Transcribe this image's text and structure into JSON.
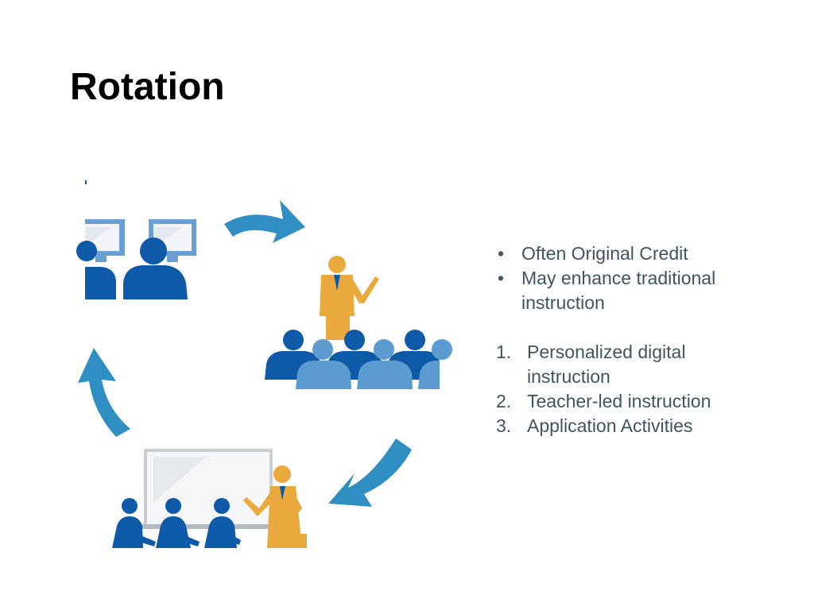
{
  "slide": {
    "title": "Rotation"
  },
  "bullets": [
    {
      "marker": "•",
      "text": "Often Original Credit"
    },
    {
      "marker": "•",
      "text": "May enhance traditional instruction"
    }
  ],
  "steps": [
    {
      "marker": "1.",
      "text": "Personalized digital instruction"
    },
    {
      "marker": "2.",
      "text": "Teacher-led instruction"
    },
    {
      "marker": "3.",
      "text": "Application Activities"
    }
  ],
  "colors": {
    "arrow": "#2f8fc2",
    "people_dark": "#0d5ba8",
    "people_light": "#5b9bd0",
    "teacher": "#e9a93c",
    "monitor": "#6a9fd4",
    "text": "#3d5560"
  },
  "icons": [
    "computer-station-icon",
    "teacher-group-icon",
    "whiteboard-class-icon",
    "cycle-arrow-icon"
  ]
}
